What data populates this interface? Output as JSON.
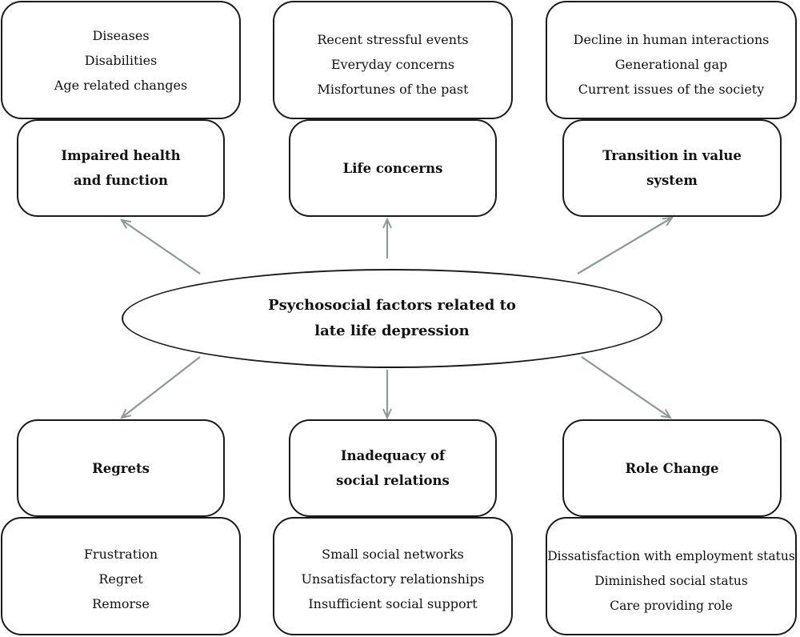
{
  "center": {
    "lines": [
      "Psychosocial factors related to",
      "late life depression"
    ]
  },
  "top": [
    {
      "details": [
        "Diseases",
        "Disabilities",
        "Age related changes"
      ],
      "category": [
        "Impaired health",
        "and function"
      ]
    },
    {
      "details": [
        "Recent stressful events",
        "Everyday concerns",
        "Misfortunes of the past"
      ],
      "category": [
        "Life concerns"
      ]
    },
    {
      "details": [
        "Decline in human interactions",
        "Generational gap",
        "Current issues of the society"
      ],
      "category": [
        "Transition in value",
        "system"
      ]
    }
  ],
  "bottom": [
    {
      "category": [
        "Regrets"
      ],
      "details": [
        "Frustration",
        "Regret",
        "Remorse"
      ]
    },
    {
      "category": [
        "Inadequacy of",
        "social relations"
      ],
      "details": [
        "Small social networks",
        "Unsatisfactory relationships",
        "Insufficient social support"
      ]
    },
    {
      "category": [
        "Role Change"
      ],
      "details": [
        "Dissatisfaction with employment status",
        "Diminished social status",
        "Care providing role"
      ]
    }
  ],
  "colors": {
    "arrow": "#8a9a96",
    "border": "#1a1a1a",
    "text": "#111111"
  }
}
